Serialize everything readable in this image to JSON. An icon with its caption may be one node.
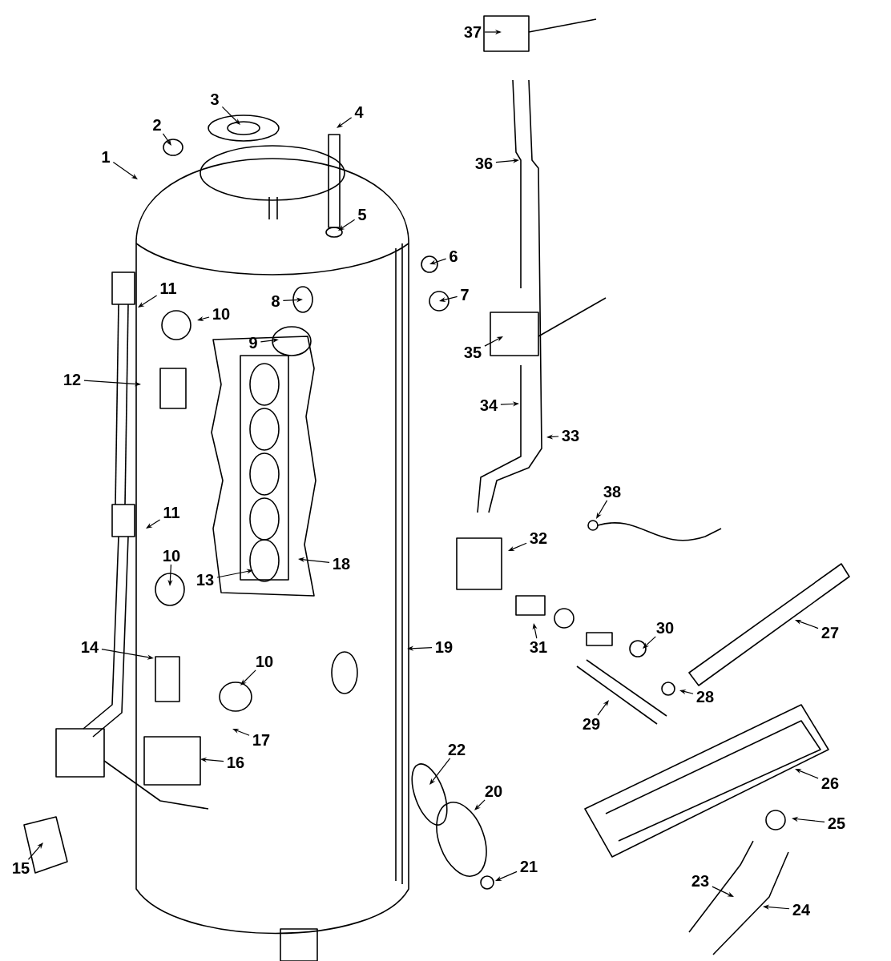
{
  "diagram": {
    "nodes": [
      {
        "text": [
          "1"
        ]
      },
      {
        "text": [
          "2"
        ]
      },
      {
        "text": [
          "3"
        ]
      },
      {
        "text": [
          "4"
        ]
      },
      {
        "text": [
          "5"
        ]
      },
      {
        "text": [
          "6"
        ]
      },
      {
        "text": [
          "7"
        ]
      },
      {
        "text": [
          "8"
        ]
      },
      {
        "text": [
          "9"
        ]
      },
      {
        "text": [
          "10"
        ]
      },
      {
        "text": [
          "11"
        ]
      },
      {
        "text": [
          "12"
        ]
      },
      {
        "text": [
          "11"
        ]
      },
      {
        "text": [
          "10"
        ]
      },
      {
        "text": [
          "13"
        ]
      },
      {
        "text": [
          "18"
        ]
      },
      {
        "text": [
          "14"
        ]
      },
      {
        "text": [
          "10"
        ]
      },
      {
        "text": [
          "17"
        ]
      },
      {
        "text": [
          "16"
        ]
      },
      {
        "text": [
          "19"
        ]
      },
      {
        "text": [
          "15"
        ]
      },
      {
        "text": [
          "22"
        ]
      },
      {
        "text": [
          "20"
        ]
      },
      {
        "text": [
          "21"
        ]
      },
      {
        "text": [
          "23"
        ]
      },
      {
        "text": [
          "24"
        ]
      },
      {
        "text": [
          "25"
        ]
      },
      {
        "text": [
          "26"
        ]
      },
      {
        "text": [
          "27"
        ]
      },
      {
        "text": [
          "28"
        ]
      },
      {
        "text": [
          "29"
        ]
      },
      {
        "text": [
          "30"
        ]
      },
      {
        "text": [
          "31"
        ]
      },
      {
        "text": [
          "32"
        ]
      },
      {
        "text": [
          "33"
        ]
      },
      {
        "text": [
          "34"
        ]
      },
      {
        "text": [
          "35"
        ]
      },
      {
        "text": [
          "36"
        ]
      },
      {
        "text": [
          "37"
        ]
      },
      {
        "text": [
          "38"
        ]
      }
    ],
    "edges": [
      {
        "from": 0,
        "to": null,
        "arrow": "to"
      },
      {
        "from": 1,
        "to": null,
        "arrow": "to"
      },
      {
        "from": 2,
        "to": null,
        "arrow": "to"
      },
      {
        "from": 3,
        "to": null,
        "arrow": "to"
      },
      {
        "from": 4,
        "to": null,
        "arrow": "to"
      },
      {
        "from": 5,
        "to": null,
        "arrow": "to"
      },
      {
        "from": 6,
        "to": null,
        "arrow": "to"
      },
      {
        "from": 7,
        "to": null,
        "arrow": "to"
      },
      {
        "from": 8,
        "to": null,
        "arrow": "to"
      },
      {
        "from": 9,
        "to": null,
        "arrow": "to"
      },
      {
        "from": 10,
        "to": null,
        "arrow": "to"
      },
      {
        "from": 11,
        "to": null,
        "arrow": "to"
      },
      {
        "from": 12,
        "to": null,
        "arrow": "to"
      },
      {
        "from": 13,
        "to": null,
        "arrow": "to"
      },
      {
        "from": 14,
        "to": null,
        "arrow": "to"
      },
      {
        "from": 15,
        "to": null,
        "arrow": "to"
      },
      {
        "from": 16,
        "to": null,
        "arrow": "to"
      },
      {
        "from": 17,
        "to": null,
        "arrow": "to"
      },
      {
        "from": 18,
        "to": null,
        "arrow": "to"
      },
      {
        "from": 19,
        "to": null,
        "arrow": "to"
      },
      {
        "from": 20,
        "to": null,
        "arrow": "to"
      },
      {
        "from": 21,
        "to": null,
        "arrow": "to"
      },
      {
        "from": 22,
        "to": null,
        "arrow": "to"
      },
      {
        "from": 23,
        "to": null,
        "arrow": "to"
      },
      {
        "from": 24,
        "to": null,
        "arrow": "to"
      },
      {
        "from": 25,
        "to": null,
        "arrow": "to"
      },
      {
        "from": 26,
        "to": null,
        "arrow": "to"
      },
      {
        "from": 27,
        "to": null,
        "arrow": "to"
      },
      {
        "from": 28,
        "to": null,
        "arrow": "to"
      },
      {
        "from": 29,
        "to": null,
        "arrow": "to"
      },
      {
        "from": 30,
        "to": null,
        "arrow": "to"
      },
      {
        "from": 31,
        "to": null,
        "arrow": "to"
      },
      {
        "from": 32,
        "to": null,
        "arrow": "to"
      },
      {
        "from": 33,
        "to": null,
        "arrow": "to"
      },
      {
        "from": 34,
        "to": null,
        "arrow": "to"
      },
      {
        "from": 35,
        "to": null,
        "arrow": "to"
      },
      {
        "from": 36,
        "to": null,
        "arrow": "to"
      },
      {
        "from": 37,
        "to": null,
        "arrow": "to"
      },
      {
        "from": 38,
        "to": null,
        "arrow": "to"
      },
      {
        "from": 39,
        "to": null,
        "arrow": "to"
      },
      {
        "from": 40,
        "to": null,
        "arrow": "to"
      }
    ]
  }
}
